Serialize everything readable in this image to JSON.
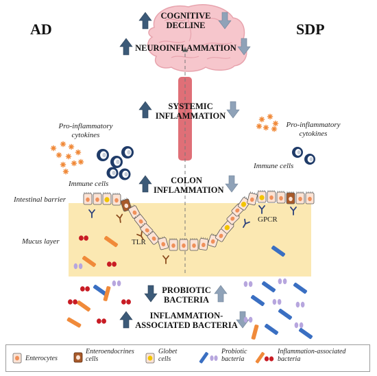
{
  "sides": {
    "left": "AD",
    "right": "SDP"
  },
  "labels": {
    "cognitive_decline": "COGNITIVE\nDECLINE",
    "neuroinflammation": "NEUROINFLAMMATION",
    "systemic_inflammation": "SYSTEMIC\nINFLAMMATION",
    "colon_inflammation": "COLON\nINFLAMMATION",
    "probiotic_bacteria": "PROBIOTIC\nBACTERIA",
    "inflammation_associated_bacteria": "INFLAMMATION-\nASSOCIATED BACTERIA",
    "pro_inflammatory_cytokines_left": "Pro-inflammatory\ncytokines",
    "pro_inflammatory_cytokines_right": "Pro-inflammatory\ncytokines",
    "immune_cells_left": "Immune cells",
    "immune_cells_right": "Immune cells",
    "intestinal_barrier": "Intestinal barrier",
    "mucus_layer": "Mucus layer",
    "tlr": "TLR",
    "gpcr": "GPCR"
  },
  "trends": {
    "cognitive_decline": {
      "AD": "up",
      "SDP": "down"
    },
    "neuroinflammation": {
      "AD": "up",
      "SDP": "down"
    },
    "systemic_inflammation": {
      "AD": "up",
      "SDP": "down"
    },
    "colon_inflammation": {
      "AD": "up",
      "SDP": "down"
    },
    "probiotic_bacteria": {
      "AD": "down",
      "SDP": "up"
    },
    "inflammation_associated_bacteria": {
      "AD": "up",
      "SDP": "down"
    }
  },
  "legend": {
    "enterocytes": "Enterocytes",
    "enteroendocrines": "Enteroendocrines\ncells",
    "globet": "Globet\ncells",
    "probiotic": "Probiotic\nbacteria",
    "inflammation_associated": "Inflammation-associated\nbacteria"
  },
  "colors": {
    "brain": "#f6c6cc",
    "bloodstream": "#df6f77",
    "mucus": "#fbe8b2",
    "arrow_dark": "#3c5a78",
    "arrow_light": "#8fa2b8",
    "cytokine": "#f08a3a",
    "immune_cell": "#1f3b68",
    "enterocyte_fill": "#fbe3d5",
    "enterocyte_nucleus": "#f0905a",
    "enteroendocrine": "#a85a2a",
    "globet_nucleus": "#f2c400",
    "probiotic_blue": "#3a6fc2",
    "probiotic_lilac": "#b7a6de",
    "inflam_orange": "#f08a3a",
    "inflam_red": "#c81c24",
    "receptor": "#2a3f7a",
    "receptor_brown": "#8b4a1c"
  }
}
